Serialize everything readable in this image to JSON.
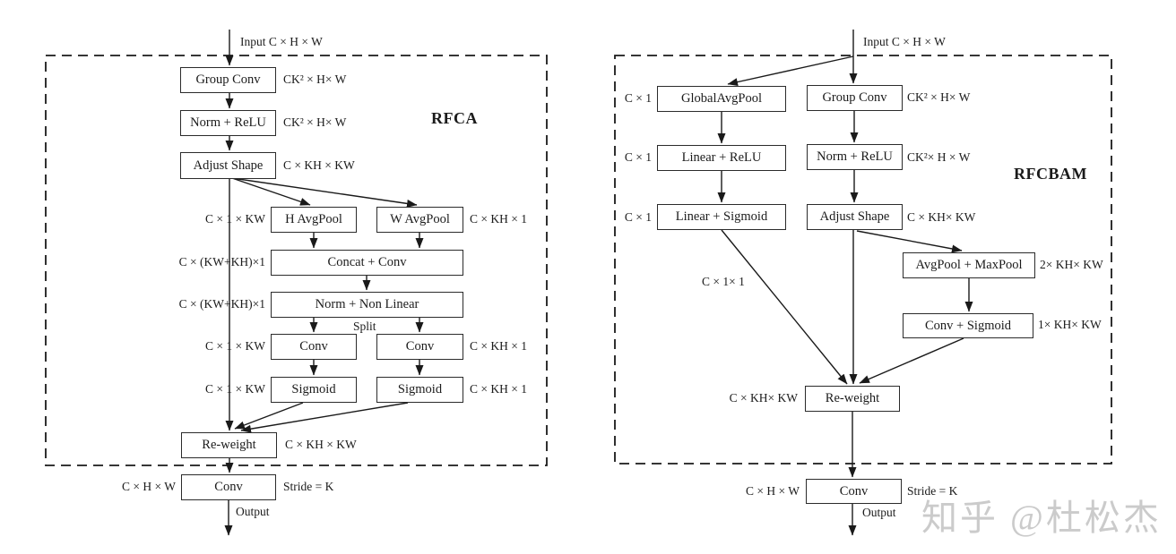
{
  "colors": {
    "line": "#1a1a1a",
    "text": "#1b1b1b",
    "background": "#ffffff",
    "watermark": "#cbcbcb"
  },
  "watermark": "知乎 @杜松杰",
  "rfca": {
    "title": "RFCA",
    "input_label": "Input  C × H × W",
    "output_label": "Output",
    "split_label": "Split",
    "boxes": {
      "group_conv": "Group Conv",
      "norm_relu": "Norm + ReLU",
      "adjust_shape": "Adjust Shape",
      "h_avgpool": "H AvgPool",
      "w_avgpool": "W AvgPool",
      "concat_conv": "Concat + Conv",
      "norm_nonlinear": "Norm + Non Linear",
      "conv_h": "Conv",
      "conv_w": "Conv",
      "sigmoid_h": "Sigmoid",
      "sigmoid_w": "Sigmoid",
      "reweight": "Re-weight",
      "conv_out": "Conv"
    },
    "shapes": {
      "group_conv": "CK² × H× W",
      "norm_relu": "CK² × H× W",
      "adjust_shape": "C × KH × KW",
      "h_avgpool": "C × 1 × KW",
      "w_avgpool": "C × KH × 1",
      "concat_conv": "C × (KW+KH)×1",
      "norm_nonlinear": "C × (KW+KH)×1",
      "conv_h": "C × 1 × KW",
      "conv_w": "C × KH × 1",
      "sigmoid_h": "C × 1 × KW",
      "sigmoid_w": "C × KH × 1",
      "reweight": "C × KH × KW",
      "conv_out_in": "C × H × W",
      "conv_out_stride": "Stride = K"
    }
  },
  "rfcbam": {
    "title": "RFCBAM",
    "input_label": "Input  C × H × W",
    "output_label": "Output",
    "boxes": {
      "global_avgpool": "GlobalAvgPool",
      "group_conv": "Group Conv",
      "linear_relu": "Linear + ReLU",
      "norm_relu": "Norm + ReLU",
      "linear_sigmoid": "Linear + Sigmoid",
      "adjust_shape": "Adjust Shape",
      "avgpool_maxpool": "AvgPool + MaxPool",
      "conv_sigmoid": "Conv + Sigmoid",
      "reweight": "Re-weight",
      "conv_out": "Conv"
    },
    "shapes": {
      "global_avgpool": "C × 1",
      "group_conv": "CK² × H× W",
      "linear_relu": "C × 1",
      "norm_relu": "CK²× H × W",
      "linear_sigmoid": "C × 1",
      "adjust_shape": "C × KH× KW",
      "branch": "C × 1× 1",
      "avgpool_maxpool": "2× KH× KW",
      "conv_sigmoid": "1× KH× KW",
      "reweight": "C × KH× KW",
      "conv_out_in": "C × H × W",
      "conv_out_stride": "Stride = K"
    }
  }
}
